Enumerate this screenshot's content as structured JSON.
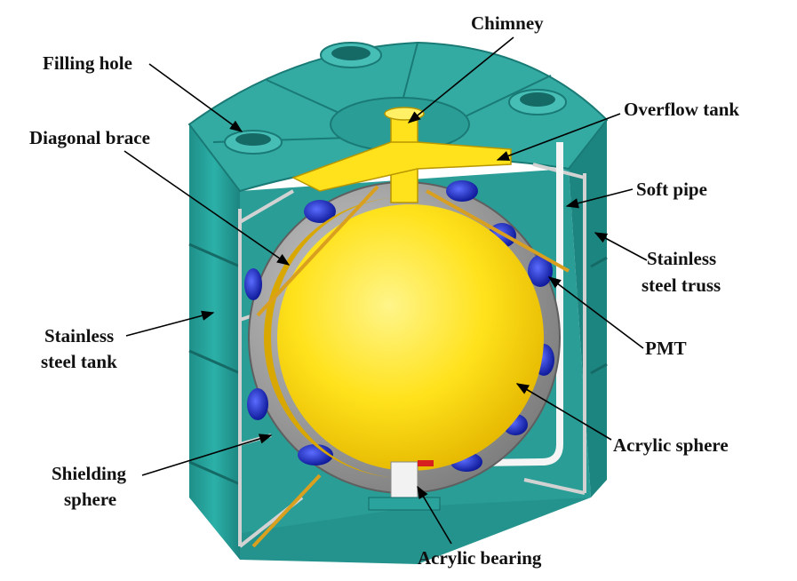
{
  "labels": {
    "chimney": "Chimney",
    "filling_hole": "Filling hole",
    "overflow_tank": "Overflow tank",
    "diagonal_brace": "Diagonal brace",
    "soft_pipe": "Soft pipe",
    "stainless_steel_truss_1": "Stainless",
    "stainless_steel_truss_2": "steel truss",
    "pmt": "PMT",
    "stainless_steel_tank_1": "Stainless",
    "stainless_steel_tank_2": "steel tank",
    "acrylic_sphere": "Acrylic sphere",
    "shielding_sphere_1": "Shielding",
    "shielding_sphere_2": "sphere",
    "acrylic_bearing": "Acrylic bearing"
  },
  "colors": {
    "tank": "#2aa39c",
    "tank_dark": "#1c7f7a",
    "tank_light": "#46bdb5",
    "shield": "#9a9a9a",
    "acrylic": "#ffe21c",
    "acrylic_core": "#fff066",
    "pmt": "#1f2bd6",
    "truss": "#c8c8c8"
  }
}
